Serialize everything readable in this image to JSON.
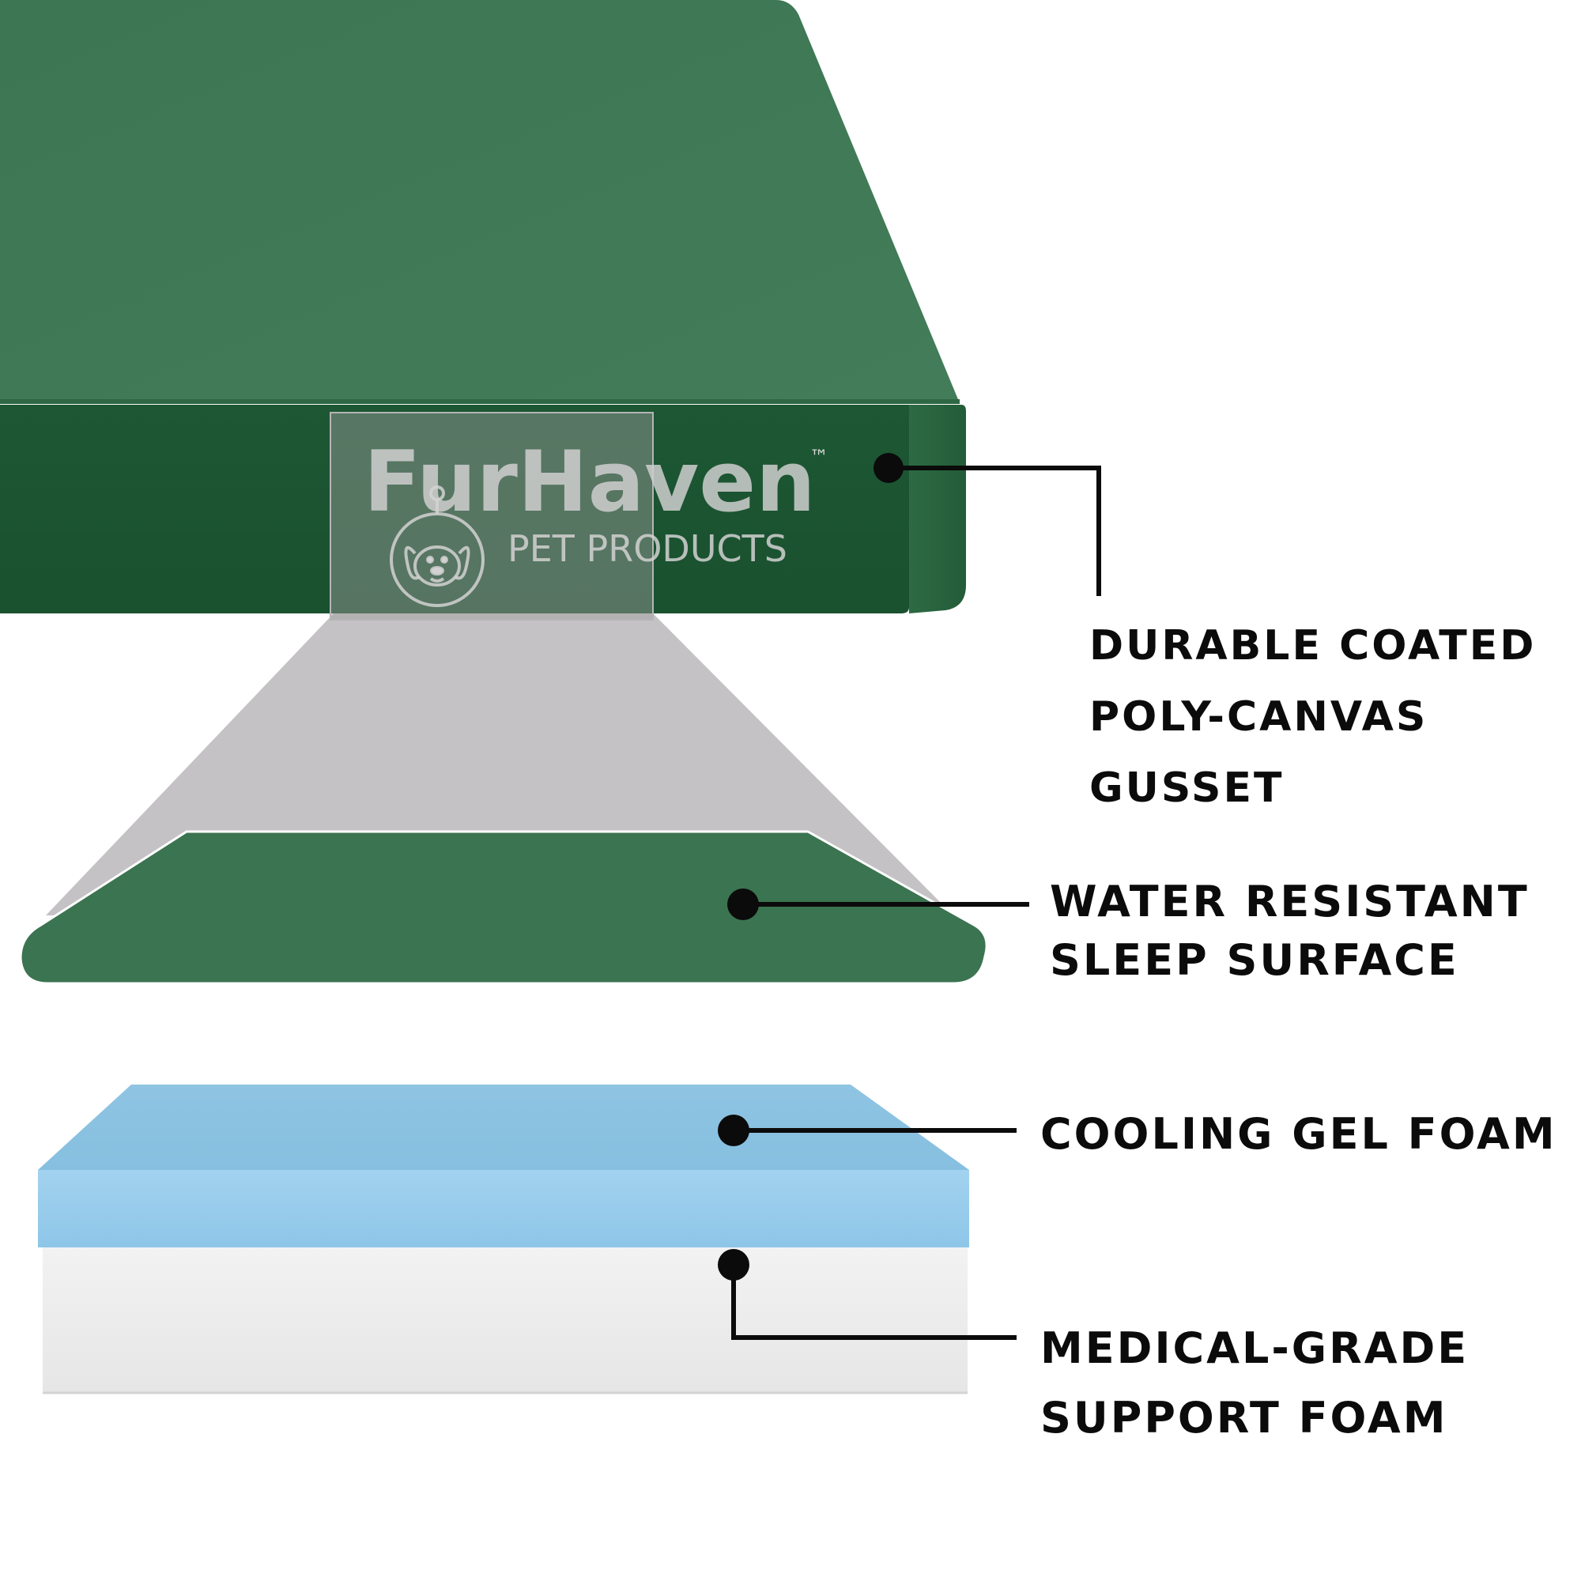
{
  "brand": {
    "name": "FurHaven",
    "trademark": "™",
    "tagline": "PET PRODUCTS"
  },
  "callouts": [
    {
      "id": "gusset",
      "lines": [
        "DURABLE COATED",
        "POLY-CANVAS",
        "GUSSET"
      ]
    },
    {
      "id": "sleep_surface",
      "lines": [
        "WATER RESISTANT",
        "SLEEP SURFACE"
      ]
    },
    {
      "id": "gel_foam",
      "lines": [
        "COOLING GEL FOAM"
      ]
    },
    {
      "id": "support_foam",
      "lines": [
        "MEDICAL-GRADE",
        "SUPPORT FOAM"
      ]
    }
  ],
  "colors": {
    "cover_top": "#3f7a55",
    "cover_side": "#1e5a34",
    "sleep_surface": "#3b7450",
    "zoom_cone": "#c4c2c4",
    "gel_foam": "#8cc3e3",
    "support_foam": "#ececec",
    "leader_line": "#0b0b0b"
  },
  "icons": [
    "dog-face-icon"
  ]
}
